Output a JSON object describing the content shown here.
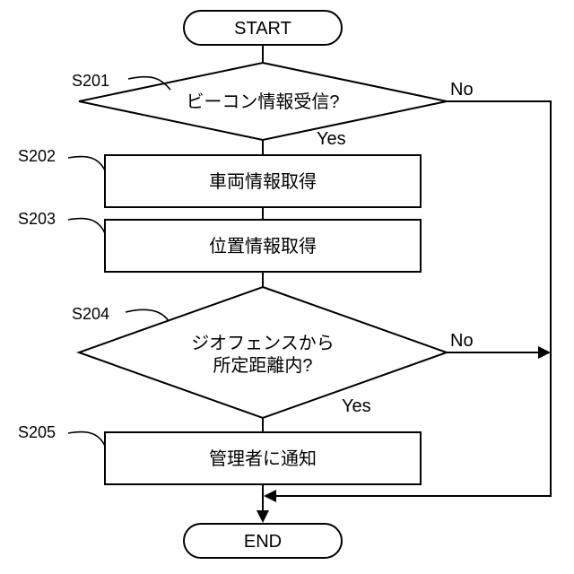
{
  "flowchart": {
    "start": "START",
    "end": "END",
    "steps": [
      {
        "id": "S201",
        "type": "decision",
        "text": [
          "ビーコン情報受信?"
        ],
        "yes": "Yes",
        "no": "No"
      },
      {
        "id": "S202",
        "type": "process",
        "text": "車両情報取得"
      },
      {
        "id": "S203",
        "type": "process",
        "text": "位置情報取得"
      },
      {
        "id": "S204",
        "type": "decision",
        "text": [
          "ジオフェンスから",
          "所定距離内?"
        ],
        "yes": "Yes",
        "no": "No"
      },
      {
        "id": "S205",
        "type": "process",
        "text": "管理者に通知"
      }
    ]
  }
}
